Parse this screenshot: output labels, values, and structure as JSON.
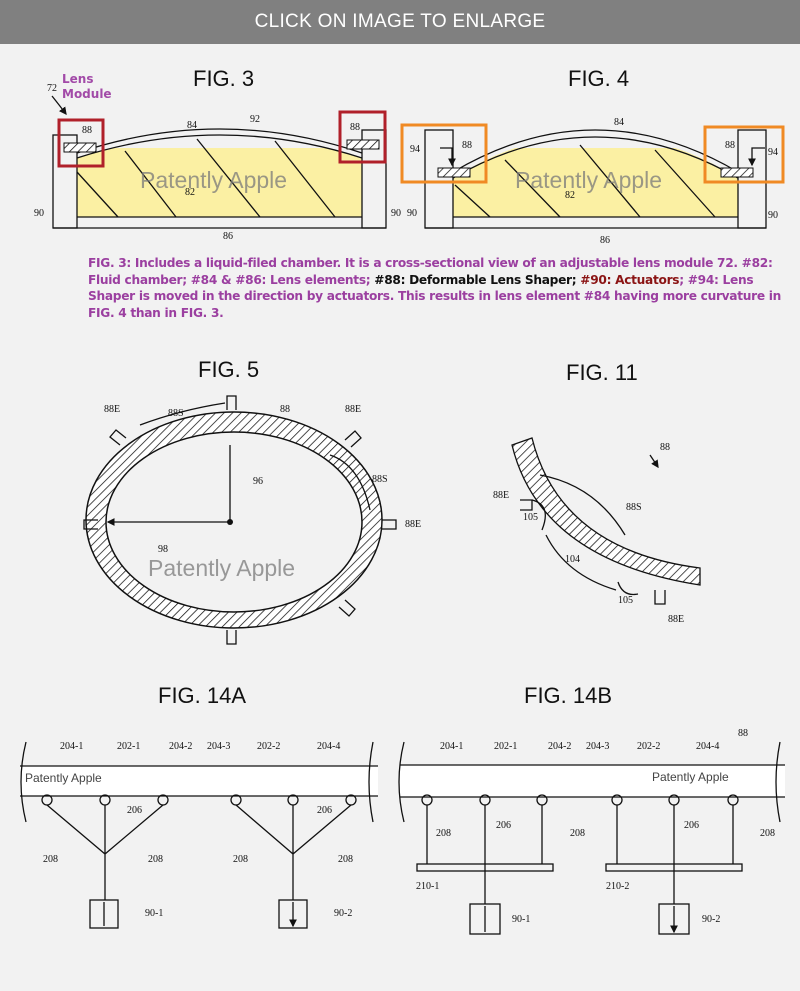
{
  "banner": {
    "text": "CLICK ON IMAGE TO ENLARGE"
  },
  "watermark": "Patently Apple",
  "fig3": {
    "title": "FIG. 3",
    "lens_module": [
      "Lens",
      "Module"
    ],
    "labels": {
      "ref72": "72",
      "ref88a": "88",
      "ref88b": "88",
      "ref84": "84",
      "ref92": "92",
      "ref82": "82",
      "ref86": "86",
      "ref90a": "90",
      "ref90b": "90"
    }
  },
  "fig4": {
    "title": "FIG. 4",
    "labels": {
      "ref84": "84",
      "ref94a": "94",
      "ref88a": "88",
      "ref88b": "88",
      "ref94b": "94",
      "ref82": "82",
      "ref86": "86",
      "ref90a": "90",
      "ref90b": "90"
    }
  },
  "caption": {
    "p1": "FIG. 3: Includes a liquid-filed chamber. It is a cross-sectional view of an adjustable lens module 72. #82: Fluid chamber; #84 & #86: Lens elements; ",
    "p2": "#88: Deformable Lens Shaper; ",
    "p3": "#90: Actuators",
    "p4": "; #94: Lens Shaper is moved in the direction by actuators. This results in lens element #84 having more curvature in FIG. 4 than in FIG. 3."
  },
  "fig5": {
    "title": "FIG. 5",
    "labels": {
      "e1": "88E",
      "s1": "88S",
      "r88": "88",
      "e2": "88E",
      "s2": "88S",
      "e3": "88E",
      "r96": "96",
      "r98": "98"
    }
  },
  "fig11": {
    "title": "FIG. 11",
    "labels": {
      "r88": "88",
      "s": "88S",
      "e1": "88E",
      "r105a": "105",
      "r104": "104",
      "r105b": "105",
      "e2": "88E"
    }
  },
  "fig14a": {
    "title": "FIG. 14A",
    "top": [
      "204-1",
      "202-1",
      "204-2",
      "204-3",
      "202-2",
      "204-4"
    ],
    "r206": "206",
    "r208": "208",
    "act1": "90-1",
    "act2": "90-2"
  },
  "fig14b": {
    "title": "FIG. 14B",
    "r88": "88",
    "top": [
      "204-1",
      "202-1",
      "204-2",
      "204-3",
      "202-2",
      "204-4"
    ],
    "r206": "206",
    "r208": "208",
    "bar1": "210-1",
    "bar2": "210-2",
    "act1": "90-1",
    "act2": "90-2"
  },
  "colors": {
    "banner": "#808080",
    "caption": "#9b3fa0",
    "fluid": "#fbf0a3",
    "box_red": "#b0202a",
    "box_orange": "#f08a24"
  }
}
